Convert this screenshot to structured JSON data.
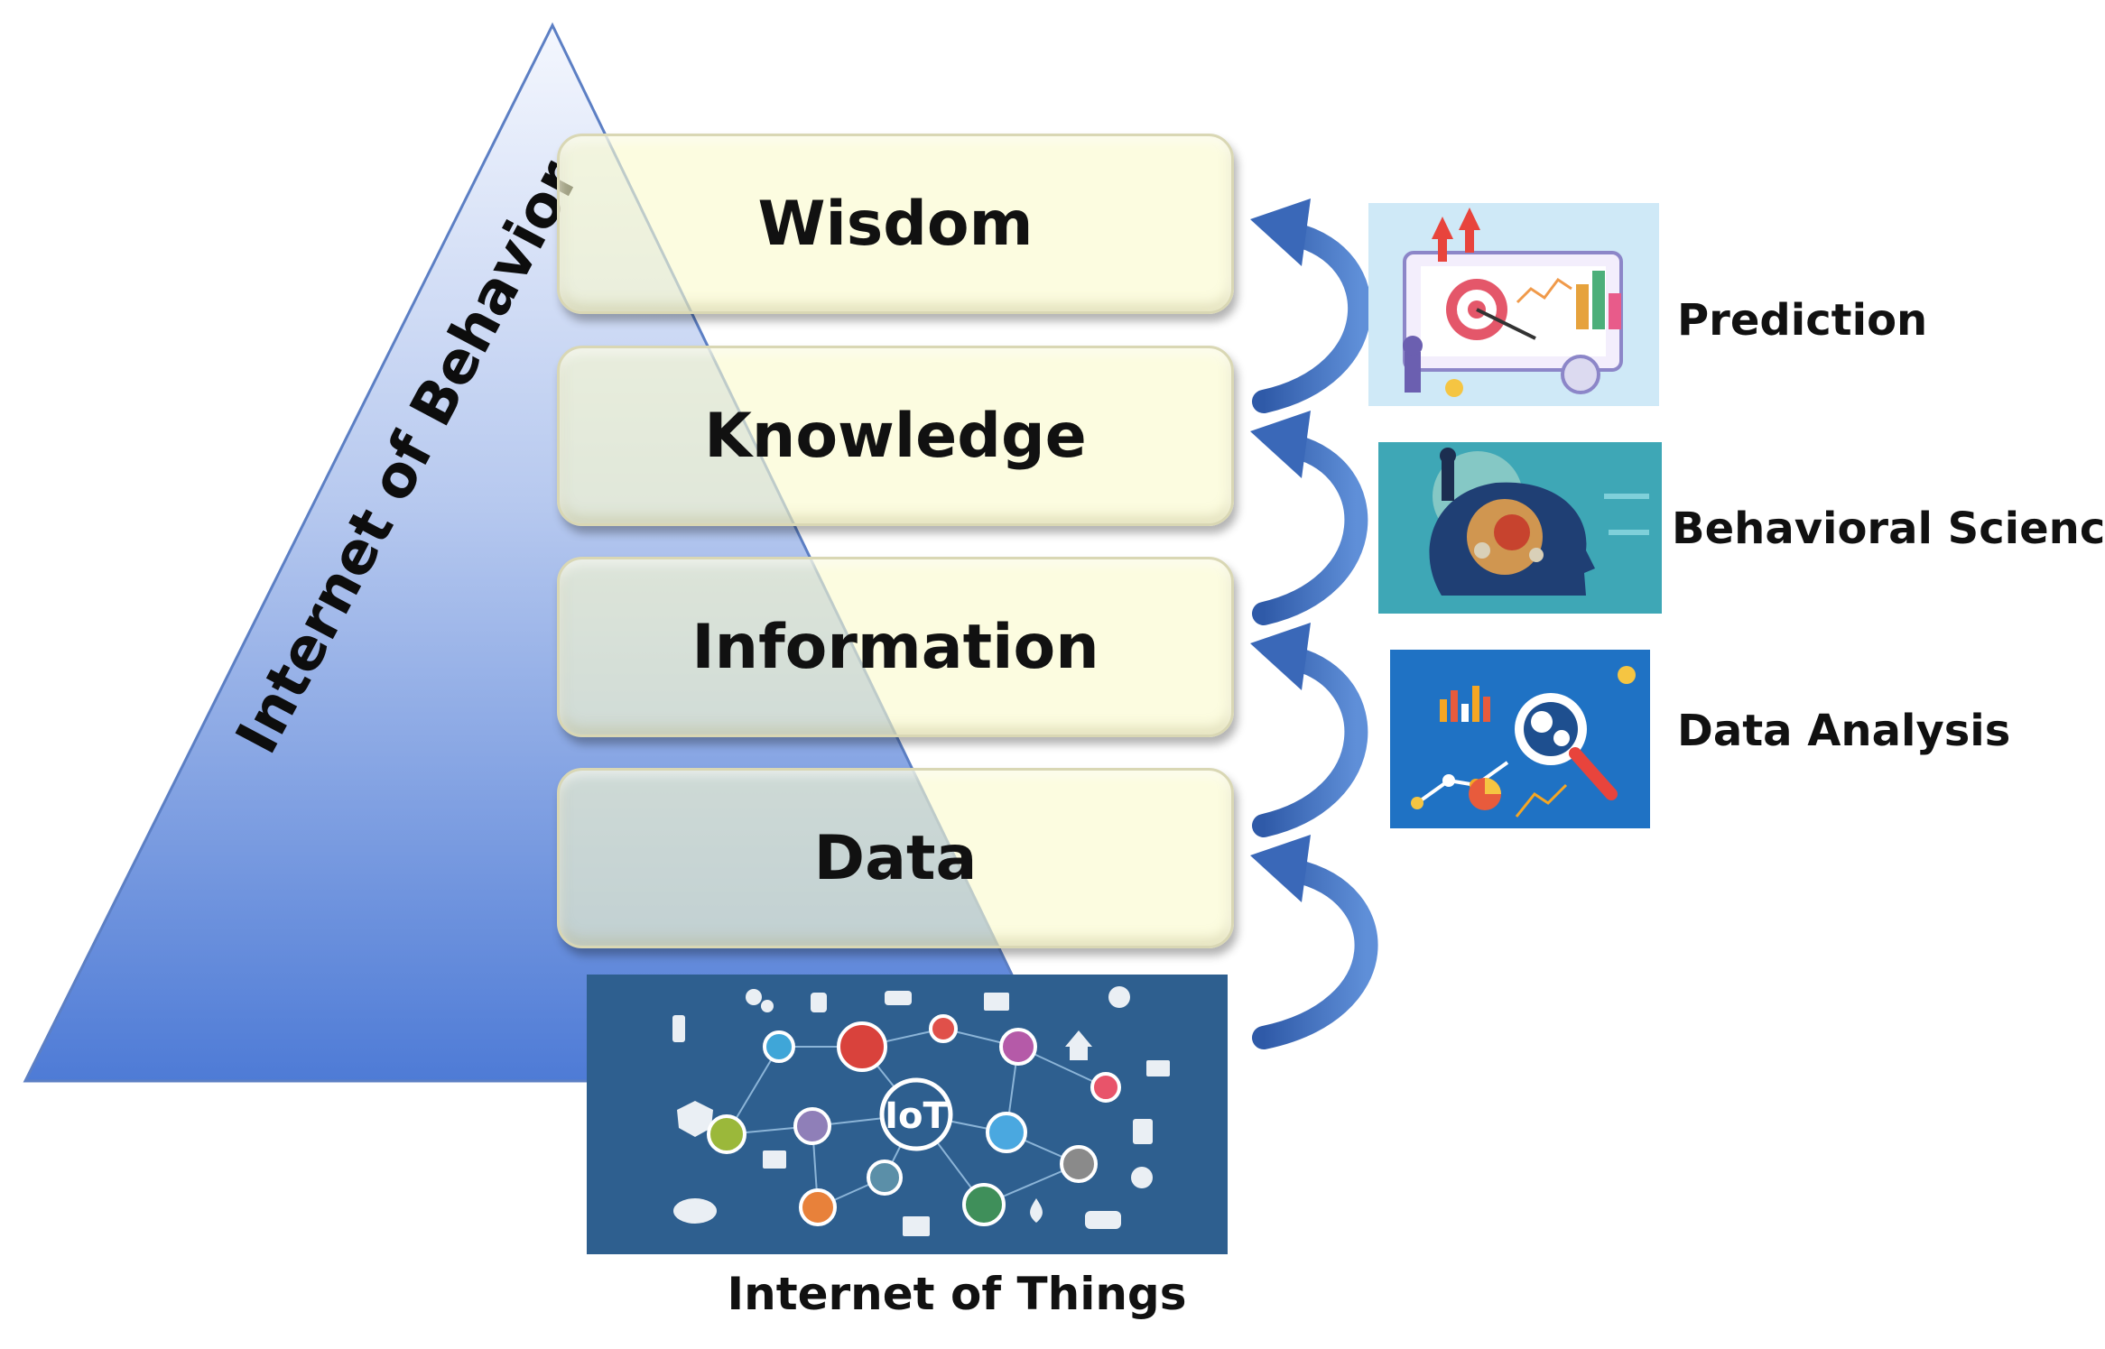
{
  "pyramid": {
    "title": "Internet of Behavior"
  },
  "levels": [
    {
      "id": "wisdom",
      "label": "Wisdom"
    },
    {
      "id": "knowledge",
      "label": "Knowledge"
    },
    {
      "id": "information",
      "label": "Information"
    },
    {
      "id": "data",
      "label": "Data"
    }
  ],
  "processes": [
    {
      "id": "prediction",
      "label": "Prediction"
    },
    {
      "id": "behavioral-science",
      "label": "Behavioral Science"
    },
    {
      "id": "data-analysis",
      "label": "Data Analysis"
    }
  ],
  "iot": {
    "center_label": "IoT",
    "caption": "Internet of Things"
  },
  "colors": {
    "pyramid_top": "#e8eefb",
    "pyramid_bottom": "#4a78d4",
    "arrow": "#3a68b8",
    "box_fill": "#fafacd",
    "iot_bg": "#2e5f8f"
  }
}
